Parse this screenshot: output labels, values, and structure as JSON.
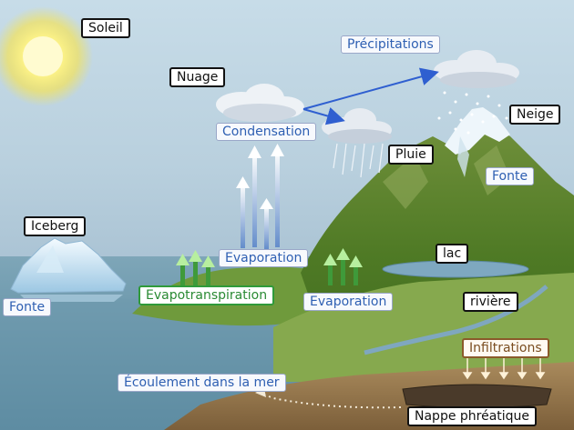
{
  "labels": {
    "soleil": "Soleil",
    "nuage": "Nuage",
    "precipitations": "Précipitations",
    "condensation": "Condensation",
    "neige": "Neige",
    "pluie": "Pluie",
    "fonte_mountain": "Fonte",
    "iceberg": "Iceberg",
    "fonte_iceberg": "Fonte",
    "evaporation_upper": "Evaporation",
    "evapotranspiration": "Evapotranspiration",
    "evaporation_lower": "Evaporation",
    "lac": "lac",
    "riviere": "rivière",
    "infiltrations": "Infiltrations",
    "ecoulement": "Écoulement dans la mer",
    "nappe": "Nappe phréatique"
  },
  "colors": {
    "arrow_blue": "#2f5fd0",
    "label_blue": "#2e5fb2",
    "label_green": "#2a8a33",
    "label_brown": "#7a4d20"
  }
}
